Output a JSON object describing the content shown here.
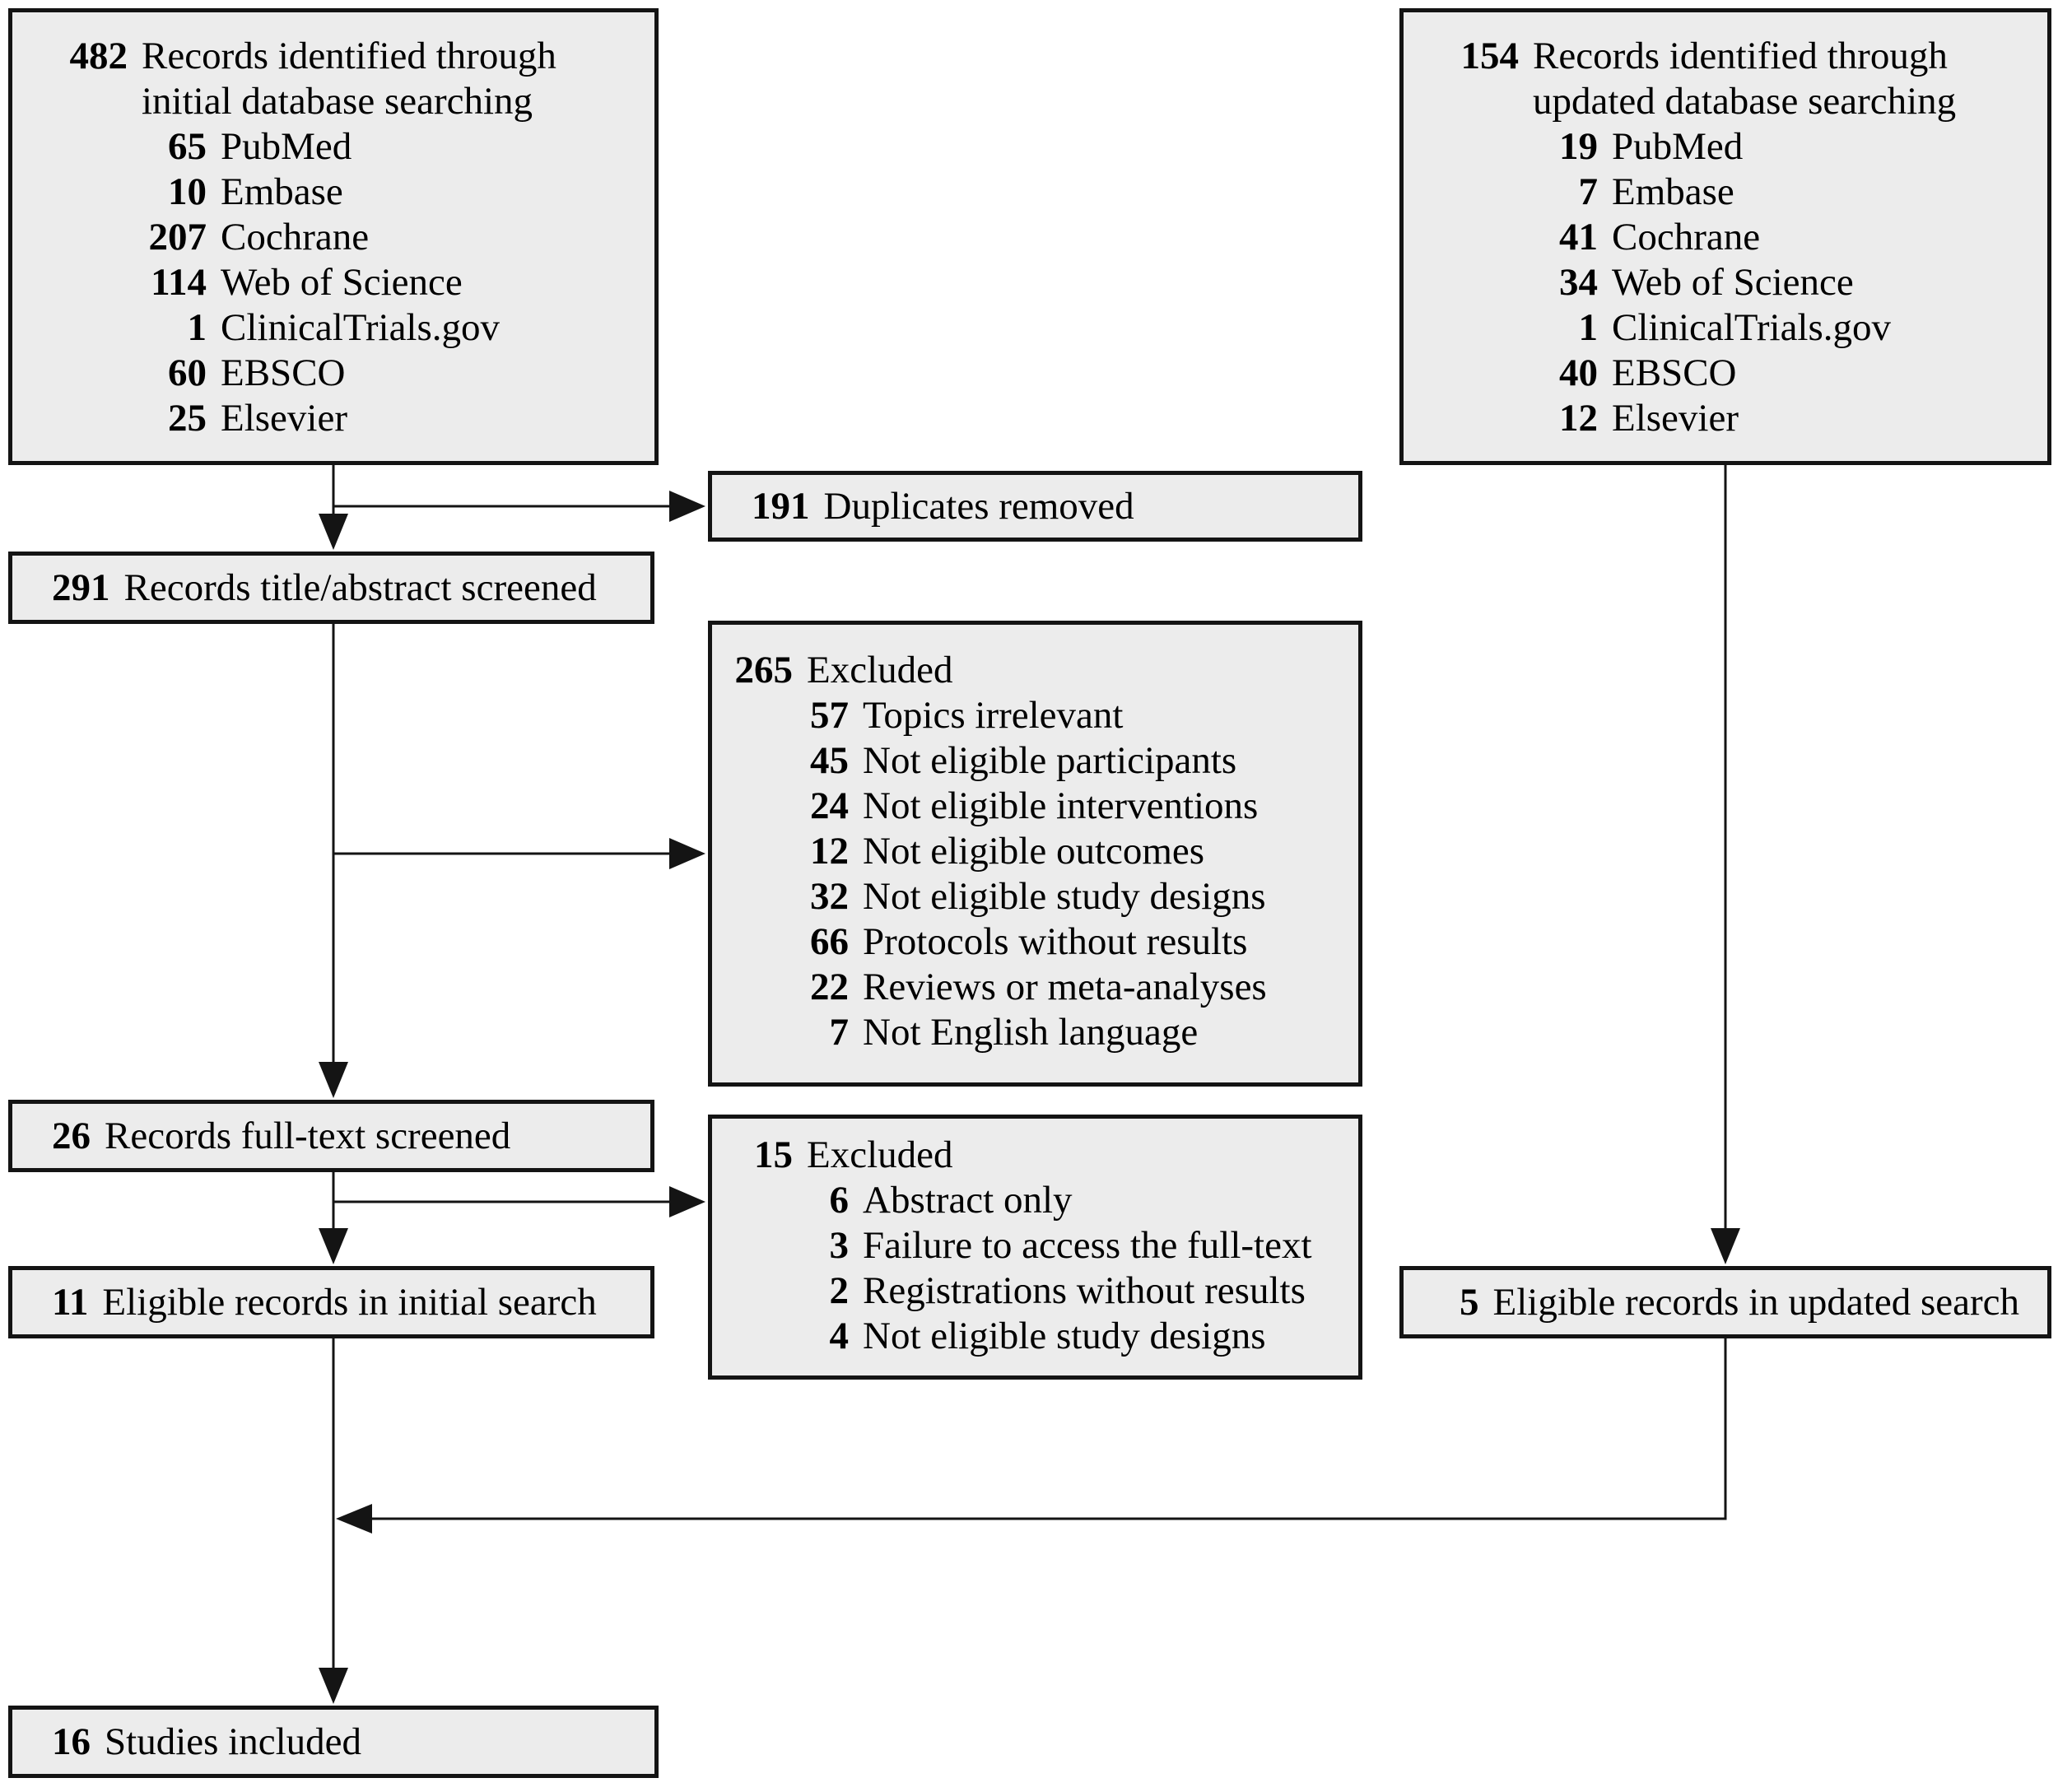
{
  "diagram": {
    "boxes": {
      "records_initial": {
        "count": "482",
        "label_line1": "Records identified through",
        "label_line2": "initial database searching",
        "sources": [
          {
            "count": "65",
            "label": "PubMed"
          },
          {
            "count": "10",
            "label": "Embase"
          },
          {
            "count": "207",
            "label": "Cochrane"
          },
          {
            "count": "114",
            "label": "Web of Science"
          },
          {
            "count": "1",
            "label": "ClinicalTrials.gov"
          },
          {
            "count": "60",
            "label": "EBSCO"
          },
          {
            "count": "25",
            "label": "Elsevier"
          }
        ]
      },
      "records_updated": {
        "count": "154",
        "label_line1": "Records identified through",
        "label_line2": "updated database searching",
        "sources": [
          {
            "count": "19",
            "label": "PubMed"
          },
          {
            "count": "7",
            "label": "Embase"
          },
          {
            "count": "41",
            "label": "Cochrane"
          },
          {
            "count": "34",
            "label": "Web of Science"
          },
          {
            "count": "1",
            "label": "ClinicalTrials.gov"
          },
          {
            "count": "40",
            "label": "EBSCO"
          },
          {
            "count": "12",
            "label": "Elsevier"
          }
        ]
      },
      "duplicates_removed": {
        "count": "191",
        "label": "Duplicates removed"
      },
      "title_abstract_screened": {
        "count": "291",
        "label": "Records title/abstract screened"
      },
      "excluded_title_abstract": {
        "count": "265",
        "label": "Excluded",
        "reasons": [
          {
            "count": "57",
            "label": "Topics irrelevant"
          },
          {
            "count": "45",
            "label": "Not eligible participants"
          },
          {
            "count": "24",
            "label": "Not eligible interventions"
          },
          {
            "count": "12",
            "label": "Not eligible outcomes"
          },
          {
            "count": "32",
            "label": "Not eligible study designs"
          },
          {
            "count": "66",
            "label": "Protocols without results"
          },
          {
            "count": "22",
            "label": "Reviews or meta-analyses"
          },
          {
            "count": "7",
            "label": "Not English language"
          }
        ]
      },
      "fulltext_screened": {
        "count": "26",
        "label": "Records full-text screened"
      },
      "excluded_fulltext": {
        "count": "15",
        "label": "Excluded",
        "reasons": [
          {
            "count": "6",
            "label": "Abstract only"
          },
          {
            "count": "3",
            "label": "Failure to access the full-text"
          },
          {
            "count": "2",
            "label": "Registrations without results"
          },
          {
            "count": "4",
            "label": "Not eligible study designs"
          }
        ]
      },
      "eligible_initial": {
        "count": "11",
        "label": "Eligible records in initial search"
      },
      "eligible_updated": {
        "count": "5",
        "label": "Eligible records in updated search"
      },
      "studies_included": {
        "count": "16",
        "label": "Studies included"
      }
    },
    "colors": {
      "box_fill": "#ececec",
      "box_border": "#141414",
      "arrow": "#141414",
      "background": "#ffffff"
    }
  }
}
